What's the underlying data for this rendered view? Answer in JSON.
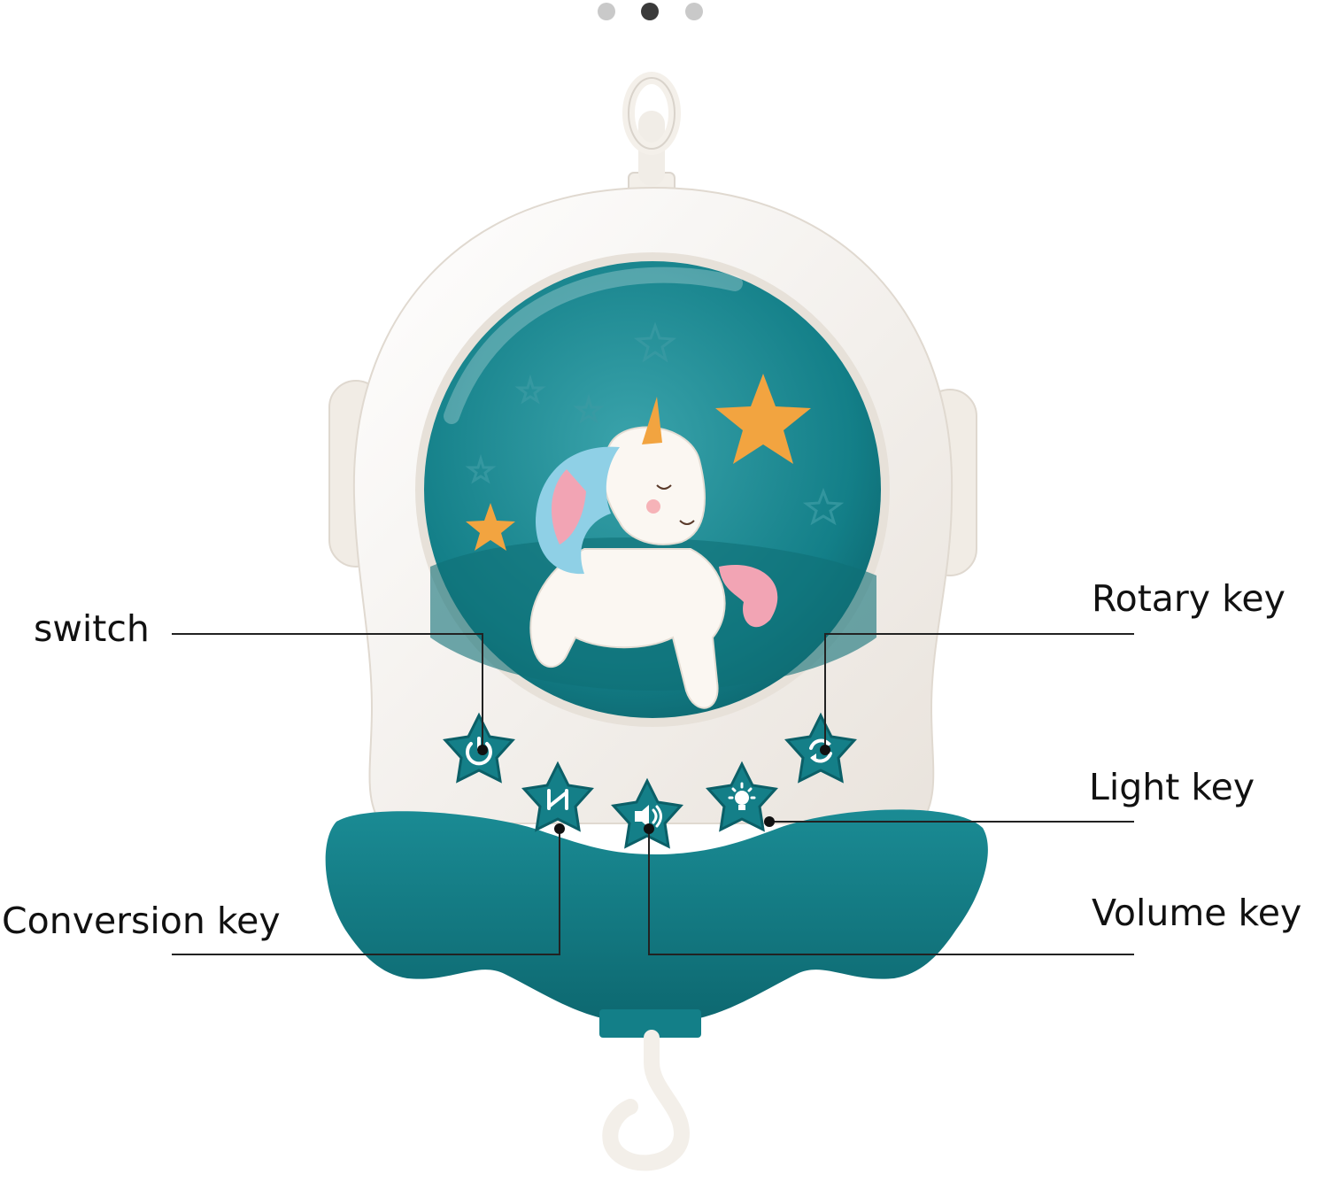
{
  "carousel": {
    "dot_count": 3,
    "active_index": 1
  },
  "callouts": {
    "switch": "switch",
    "rotary_key": "Rotary key",
    "light_key": "Light key",
    "conversion_key": "Conversion key",
    "volume_key": "Volume key"
  },
  "buttons": [
    {
      "key": "switch",
      "icon": "power-icon"
    },
    {
      "key": "conversion_key",
      "icon": "mode-switch-icon"
    },
    {
      "key": "volume_key",
      "icon": "speaker-icon"
    },
    {
      "key": "light_key",
      "icon": "lightbulb-icon"
    },
    {
      "key": "rotary_key",
      "icon": "rotate-icon"
    }
  ],
  "colors": {
    "body": "#f7f3ee",
    "teal": "#117c85",
    "teal_dark": "#0b5f67",
    "star": "#f2a440",
    "mane_pink": "#f2a4b4",
    "mane_blue": "#8fd0e6"
  }
}
